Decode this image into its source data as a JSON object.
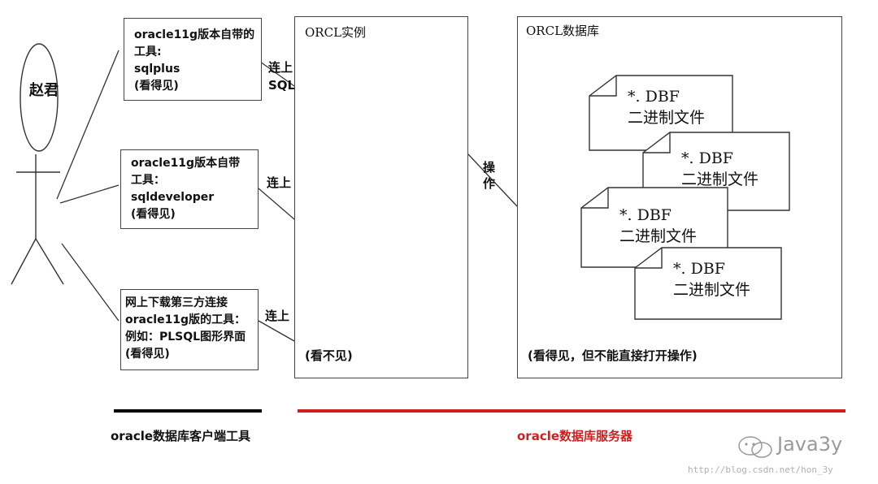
{
  "person": {
    "name": "赵君"
  },
  "clients": [
    {
      "lines": [
        "oracle11g版本自带的",
        "工具:",
        "sqlplus",
        "(看得见)"
      ]
    },
    {
      "lines": [
        "oracle11g版本自带",
        "工具：",
        "sqldeveloper",
        "(看得见)"
      ]
    },
    {
      "lines": [
        "网上下载第三方连接",
        "oracle11g版的工具：",
        "例如：PLSQL图形界面",
        "(看得见)"
      ]
    }
  ],
  "connections": [
    {
      "label": "连上"
    },
    {
      "label": "SQL:>select"
    },
    {
      "label": "连上"
    },
    {
      "label": "连上"
    }
  ],
  "instance": {
    "title": "ORCL实例",
    "note": "(看不见)"
  },
  "operate_label": [
    "操",
    "作"
  ],
  "database": {
    "title": "ORCL数据库",
    "note": "(看得见，但不能直接打开操作)",
    "files": [
      {
        "name": "*. DBF",
        "desc": "二进制文件"
      },
      {
        "name": "*. DBF",
        "desc": "二进制文件"
      },
      {
        "name": "*. DBF",
        "desc": "二进制文件"
      },
      {
        "name": "*. DBF",
        "desc": "二进制文件"
      }
    ]
  },
  "legend": {
    "client_label": "oracle数据库客户端工具",
    "server_label": "oracle数据库服务器",
    "client_color": "#000000",
    "server_color": "#cc1f1f"
  },
  "watermark": {
    "brand": "Java3y",
    "url": "http://blog.csdn.net/hon_3y"
  }
}
